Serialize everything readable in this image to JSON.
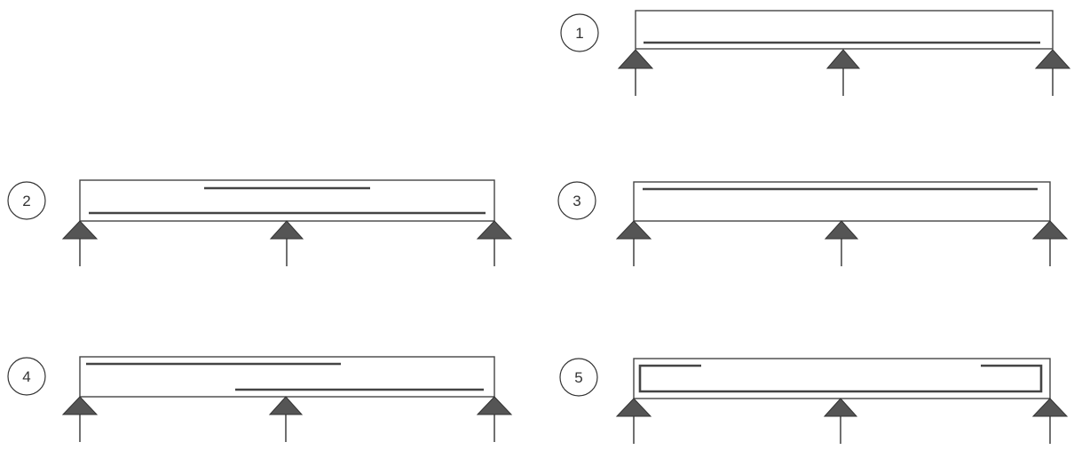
{
  "diagrams": [
    {
      "label": "1",
      "case": "bottom-full"
    },
    {
      "label": "2",
      "case": "bottom-full-top-middle"
    },
    {
      "label": "3",
      "case": "top-full"
    },
    {
      "label": "4",
      "case": "top-left-bottom-right"
    },
    {
      "label": "5",
      "case": "closed-loop-with-hooks"
    }
  ],
  "colors": {
    "line": "#444444",
    "support": "#555555",
    "background": "#ffffff"
  }
}
